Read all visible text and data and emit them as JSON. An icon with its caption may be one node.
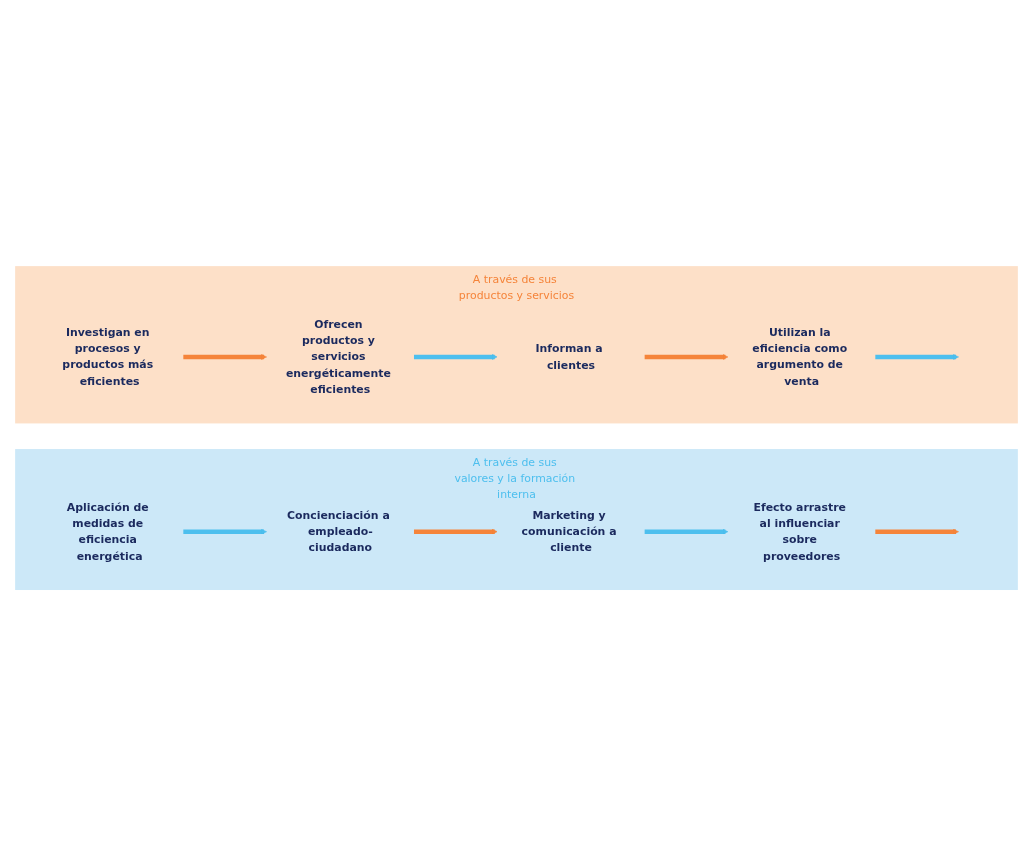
{
  "diagram": {
    "nodes": [
      {
        "text": [
          "A través de sus productos y servicios"
        ]
      },
      {
        "text": [
          "Investigan en procesos y productos más eficientes"
        ],
        "in": 0
      },
      {
        "text": [
          "Ofrecen productos y servicios energéticamente eficientes"
        ],
        "in": 0
      },
      {
        "text": [
          "Informan a clientes"
        ],
        "in": 0
      },
      {
        "text": [
          "Utilizan la eficiencia como argumento de venta"
        ],
        "in": 0
      },
      {
        "text": [
          "A través de sus valores y la formación interna"
        ]
      },
      {
        "text": [
          "Aplicación de medidas de eficiencia energética"
        ],
        "in": 5
      },
      {
        "text": [
          "Concienciación a empleado-ciudadano"
        ],
        "in": 5
      },
      {
        "text": [
          "Marketing y comunicación a cliente"
        ],
        "in": 5
      },
      {
        "text": [
          "Efecto arrastre al influenciar sobre proveedores"
        ],
        "in": 5
      }
    ],
    "edges": [
      {
        "from": 1,
        "to": 2,
        "arrow": "to",
        "color": "#f5843a"
      },
      {
        "from": 2,
        "to": 3,
        "arrow": "to",
        "color": "#4dbfee"
      },
      {
        "from": 3,
        "to": 4,
        "arrow": "to",
        "color": "#f5843a"
      },
      {
        "from": 4,
        "to": null,
        "arrow": "to",
        "color": "#4dbfee"
      },
      {
        "from": 6,
        "to": 7,
        "arrow": "to",
        "color": "#4dbfee"
      },
      {
        "from": 7,
        "to": 8,
        "arrow": "to",
        "color": "#f5843a"
      },
      {
        "from": 8,
        "to": 9,
        "arrow": "to",
        "color": "#4dbfee"
      },
      {
        "from": 9,
        "to": null,
        "arrow": "to",
        "color": "#f5843a"
      }
    ]
  }
}
